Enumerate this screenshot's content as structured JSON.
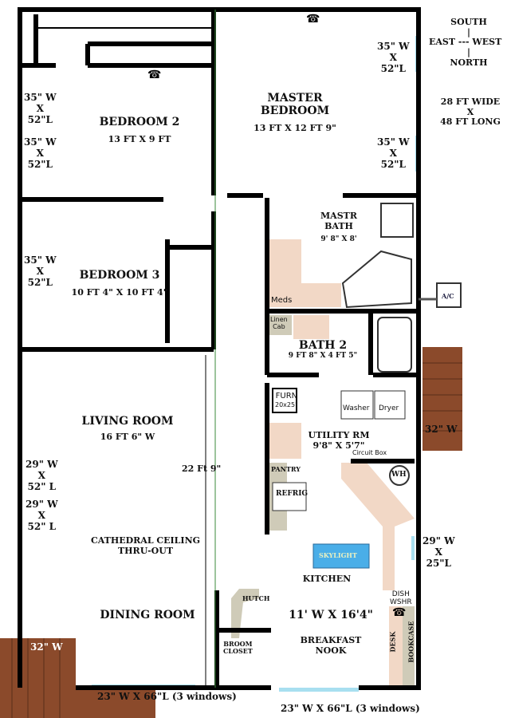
{
  "compass": {
    "south": "SOUTH",
    "bar1": "|",
    "east_west": "EAST --- WEST",
    "bar2": "|",
    "north": "NORTH"
  },
  "size": {
    "width": "28 FT WIDE",
    "x": "X",
    "length": "48 FT LONG"
  },
  "rooms": {
    "master_bedroom": {
      "name1": "MASTER",
      "name2": "BEDROOM",
      "dim": "13 FT X 12 FT 9\""
    },
    "bedroom2": {
      "name": "BEDROOM 2",
      "dim": "13 FT X 9 FT"
    },
    "bedroom3": {
      "name": "BEDROOM 3",
      "dim": "10 FT 4\" X 10 FT 4\""
    },
    "master_bath": {
      "name1": "MASTR",
      "name2": "BATH",
      "dim": "9' 8\" X 8'"
    },
    "bath2": {
      "name": "BATH 2",
      "dim": "9 FT 8\" X 4 FT 5\""
    },
    "living_room": {
      "name": "LIVING ROOM",
      "dim": "16 FT 6\" W",
      "height_dim": "22 Ft 9\""
    },
    "cathedral": {
      "line1": "CATHEDRAL CEILING",
      "line2": "THRU-OUT"
    },
    "dining_room": {
      "name": "DINING ROOM"
    },
    "utility": {
      "name": "UTILITY RM",
      "dim": "9'8\" X 5'7\""
    },
    "kitchen": {
      "name": "KITCHEN",
      "dim": "11' W X 16'4\""
    },
    "breakfast_nook": {
      "name1": "BREAKFAST",
      "name2": "NOOK"
    }
  },
  "fixtures": {
    "meds": "Meds",
    "linen1": "Linen",
    "linen2": "Cab",
    "furn1": "FURN",
    "furn2": "20x25\"",
    "washer": "Washer",
    "dryer": "Dryer",
    "circuit_box": "Circuit Box",
    "wh": "WH",
    "pantry": "PANTRY",
    "refrig": "REFRIG",
    "skylight": "SKYLIGHT",
    "dish1": "DISH",
    "dish2": "WSHR",
    "hutch": "HUTCH",
    "broom1": "BROOM",
    "broom2": "CLOSET",
    "desk": "DESK",
    "bookcase": "BOOKCASE",
    "ac": "A/C"
  },
  "windows": {
    "w35": "35\" W",
    "x": "X",
    "l52": "52\"L",
    "w29": "29\"  W",
    "l52b": "52\" L",
    "w29b": "29\" W",
    "l25": "25\"L",
    "w32": "32\" W",
    "bottom_left": "23\" W X 66\"L (3 windows)",
    "bottom_right": "23\" W X 66\"L (3 windows)"
  },
  "colors": {
    "wall": "#000000",
    "counter": "#f2d8c6",
    "cabinet": "#cfcbb8",
    "window": "#a8dff0",
    "deck": "#8b4a2b",
    "skylight": "#4aaee8",
    "vent": "#8a5aa0"
  }
}
